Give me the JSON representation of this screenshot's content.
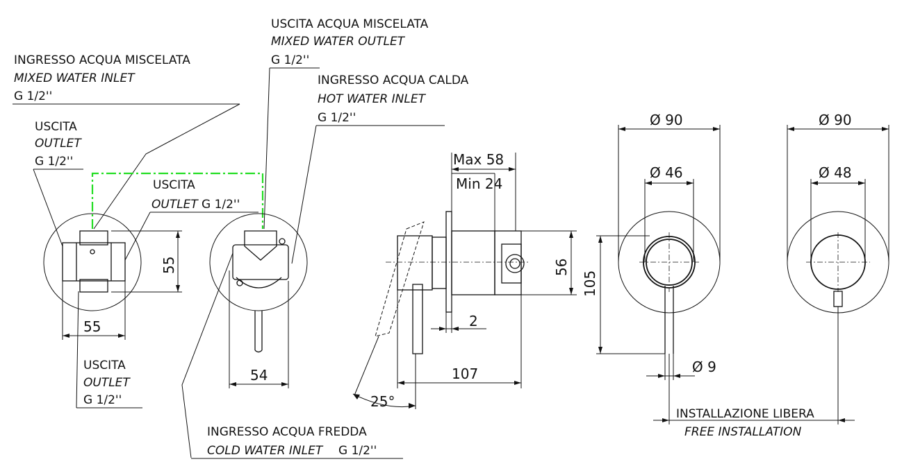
{
  "labels": {
    "mixed_inlet": {
      "it": "INGRESSO ACQUA MISCELATA",
      "en": "MIXED WATER INLET",
      "size": "G 1/2''"
    },
    "mixed_outlet": {
      "it": "USCITA ACQUA MISCELATA",
      "en": "MIXED WATER OUTLET",
      "size": "G 1/2''"
    },
    "hot_inlet": {
      "it": "INGRESSO ACQUA CALDA",
      "en": "HOT WATER INLET",
      "size": "G 1/2''"
    },
    "outlet_left": {
      "it": "USCITA",
      "en": "OUTLET",
      "size": "G 1/2''"
    },
    "outlet_mid": {
      "it": "USCITA",
      "en": "OUTLET",
      "size": "G 1/2''"
    },
    "outlet_bottom": {
      "it": "USCITA",
      "en": "OUTLET",
      "size": "G 1/2''"
    },
    "cold_inlet": {
      "it": "INGRESSO ACQUA FREDDA",
      "en": "COLD WATER INLET",
      "size": "G 1/2''"
    },
    "free_install": {
      "it": "INSTALLAZIONE LIBERA",
      "en": "FREE INSTALLATION"
    }
  },
  "dimensions": {
    "body_width": "55",
    "body_height": "55",
    "front_width": "54",
    "max_depth": "Max 58",
    "min_depth": "Min 24",
    "wall_plate": "2",
    "body_depth_vertical": "56",
    "total_depth": "107",
    "angle": "25°",
    "plate_height": "105",
    "plate_diameter_a": "Ø 90",
    "handle_diameter_a": "Ø 46",
    "plate_diameter_b": "Ø 90",
    "handle_diameter_b": "Ø 48",
    "lever_diameter": "Ø 9"
  },
  "colors": {
    "line": "#111111",
    "highlight": "#22dd22"
  }
}
